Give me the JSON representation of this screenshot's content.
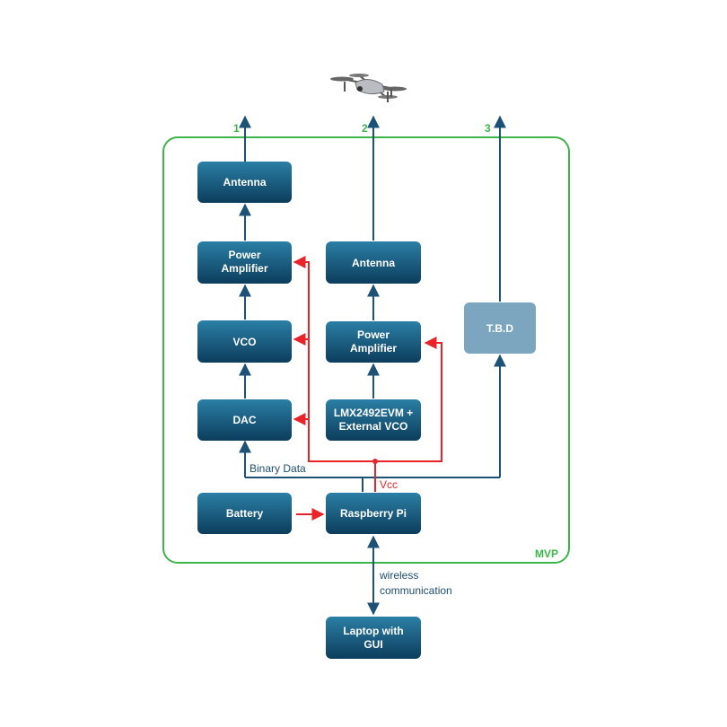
{
  "colors": {
    "block_top": "#2b7fa6",
    "block_bottom": "#0c3d5c",
    "tbd_fill": "#7ca6bf",
    "signal_line": "#1d5277",
    "power_line": "#e8242a",
    "mvp_border": "#3cb54a",
    "label_text": "#1d4e70",
    "vcc_text": "#e8242a"
  },
  "blocks": {
    "antenna1": {
      "label": "Antenna"
    },
    "pa1": {
      "line1": "Power",
      "line2": "Amplifier"
    },
    "vco": {
      "label": "VCO"
    },
    "dac": {
      "label": "DAC"
    },
    "battery": {
      "label": "Battery"
    },
    "antenna2": {
      "label": "Antenna"
    },
    "pa2": {
      "line1": "Power",
      "line2": "Amplifier"
    },
    "lmx": {
      "line1": "LMX2492EVM +",
      "line2": "External VCO"
    },
    "raspberry": {
      "label": "Raspberry Pi"
    },
    "tbd": {
      "label": "T.B.D"
    },
    "laptop": {
      "line1": "Laptop with",
      "line2": "GUI"
    }
  },
  "labels": {
    "path1": "1",
    "path2": "2",
    "path3": "3",
    "binary_data": "Binary Data",
    "vcc": "Vcc",
    "mvp": "MVP",
    "wireless_line1": "wireless",
    "wireless_line2": "communication"
  },
  "icons": {
    "drone": "drone-icon"
  }
}
